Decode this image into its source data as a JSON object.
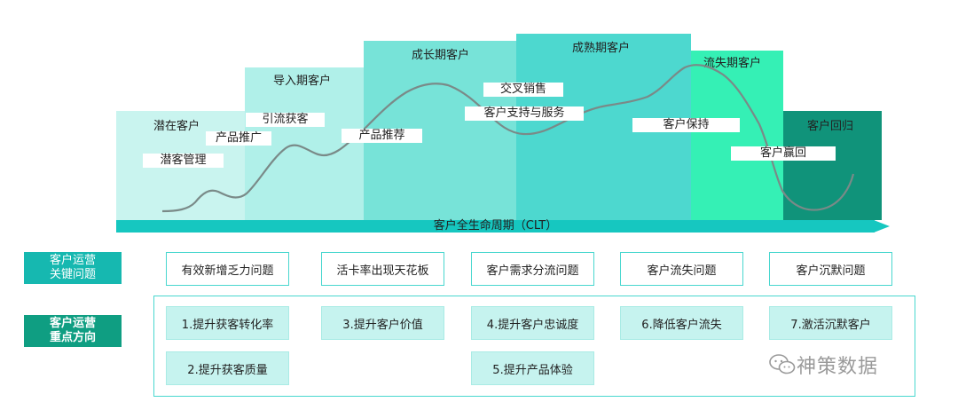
{
  "stages": {
    "potential": {
      "label": "潜在客户",
      "color": "#c9f4ef"
    },
    "import": {
      "label": "导入期客户",
      "color": "#b0f0e9"
    },
    "growth": {
      "label": "成长期客户",
      "color": "#77e3d8"
    },
    "mature": {
      "label": "成熟期客户",
      "color": "#4dd8cf"
    },
    "churn": {
      "label": "流失期客户",
      "color": "#35f0b5"
    },
    "return": {
      "label": "客户回归",
      "color": "#10937a"
    }
  },
  "curve_tags": {
    "prospect_mgmt": "潜客管理",
    "product_promo": "产品推广",
    "acquire": "引流获客",
    "product_recommend": "产品推荐",
    "cross_sell": "交叉销售",
    "support_service": "客户支持与服务",
    "retention": "客户保持",
    "winback": "客户赢回"
  },
  "lifecycle_bar": {
    "label": "客户全生命周期（CLT）",
    "color": "#16c7c0"
  },
  "row_labels": {
    "key_issues": [
      "客户运营",
      "关键问题"
    ],
    "focus_direction": [
      "客户运营",
      "重点方向"
    ],
    "key_issues_color": "#16b8b0",
    "focus_direction_color": "#0f9e82"
  },
  "key_issues": [
    "有效新增乏力问题",
    "活卡率出现天花板",
    "客户需求分流问题",
    "客户流失问题",
    "客户沉默问题"
  ],
  "directions": {
    "d1": "1.提升获客转化率",
    "d2": "2.提升获客质量",
    "d3": "3.提升客户价值",
    "d4": "4.提升客户忠诚度",
    "d5": "5.提升产品体验",
    "d6": "6.降低客户流失",
    "d7": "7.激活沉默客户"
  },
  "watermark": {
    "text": "神策数据",
    "icon": "wechat-icon"
  }
}
